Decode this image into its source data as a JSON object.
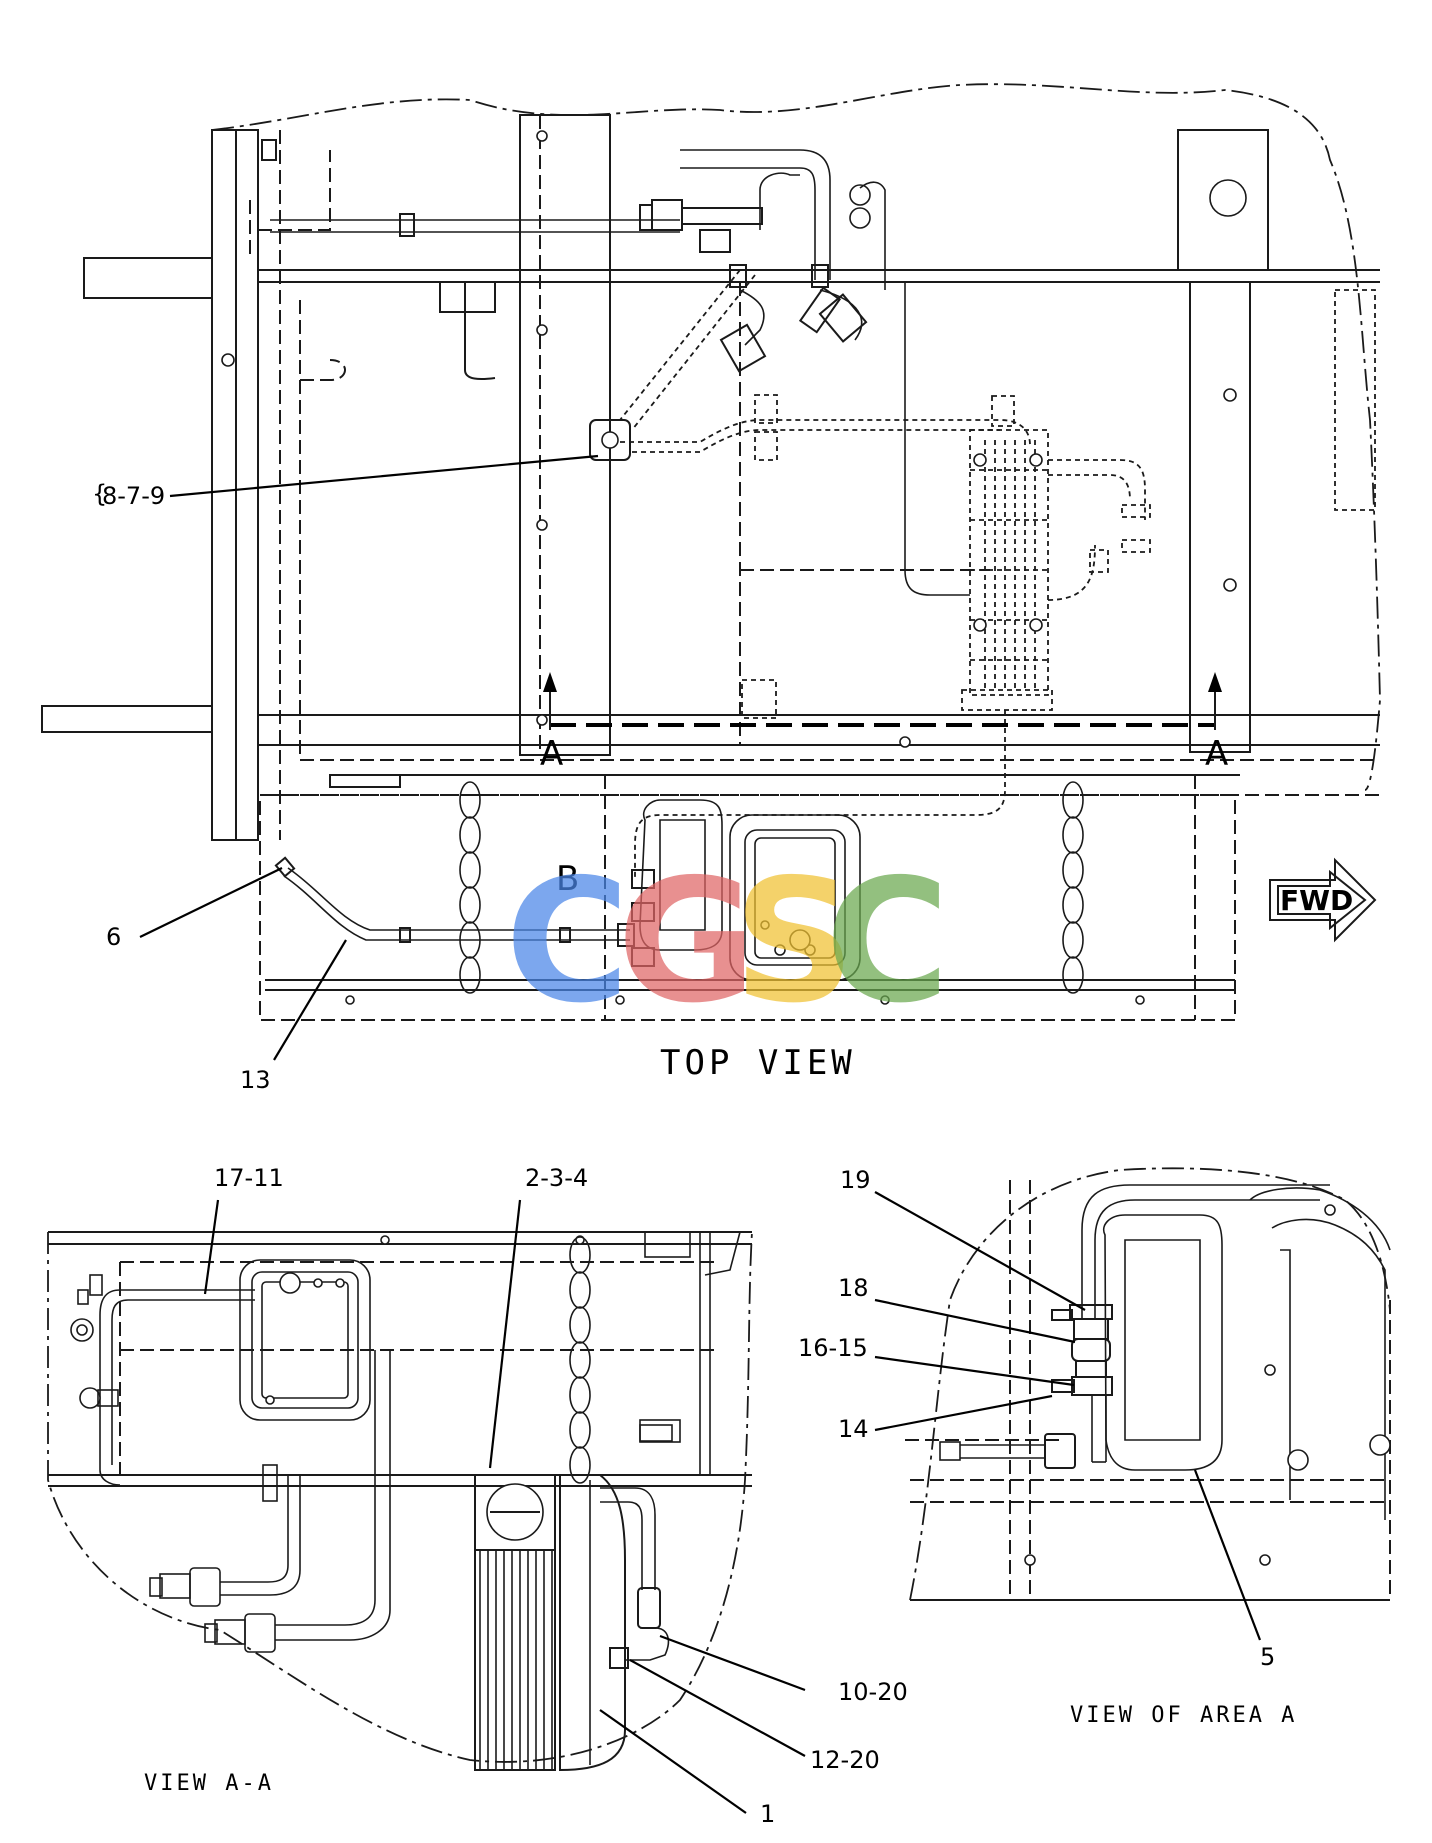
{
  "views": {
    "top_view": "TOP VIEW",
    "view_a_a": "VIEW A-A",
    "view_area_a": "VIEW OF AREA A"
  },
  "direction": "FWD",
  "section_markers": {
    "left": "A",
    "right": "A",
    "detail": "B"
  },
  "callouts": {
    "c_8_7_9": "8-7-9",
    "c_6": "6",
    "c_13": "13",
    "c_17_11": "17-11",
    "c_2_3_4": "2-3-4",
    "c_10_20": "10-20",
    "c_12_20": "12-20",
    "c_1": "1",
    "c_19": "19",
    "c_18": "18",
    "c_16_15": "16-15",
    "c_14": "14",
    "c_5": "5"
  },
  "watermark": {
    "letters": [
      "C",
      "G",
      "S",
      "C"
    ],
    "colors": [
      "#4a86e8",
      "#e06666",
      "#f1c232",
      "#6aa84f"
    ]
  }
}
